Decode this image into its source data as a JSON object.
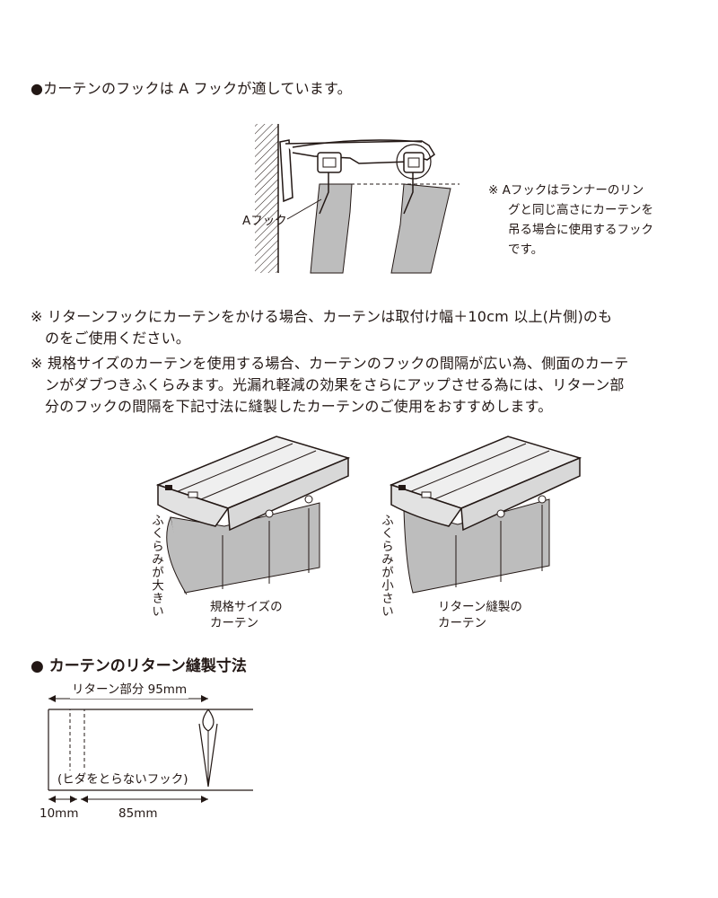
{
  "section1": {
    "heading": "●カーテンのフックは A フックが適しています。",
    "hook_label": "Aフック",
    "note_lines": [
      "※ Aフックはランナーのリン",
      "グと同じ高さにカーテンを",
      "吊る場合に使用するフック",
      "です。"
    ]
  },
  "notes": {
    "note1_lines": [
      "※ リターンフックにカーテンをかける場合、カーテンは取付け幅＋10cm 以上(片側)のも",
      "のをご使用ください。"
    ],
    "note2_lines": [
      "※ 規格サイズのカーテンを使用する場合、カーテンのフックの間隔が広い為、側面のカーテ",
      "ンがダブつきふくらみます。光漏れ軽減の効果をさらにアップさせる為には、リターン部",
      "分のフックの間隔を下記寸法に縫製したカーテンのご使用をおすすめします。"
    ]
  },
  "comparison": {
    "left": {
      "vertical_label": "ふくらみが大きい",
      "caption_lines": [
        "規格サイズの",
        "カーテン"
      ]
    },
    "right": {
      "vertical_label": "ふくらみが小さい",
      "caption_lines": [
        "リターン縫製の",
        "カーテン"
      ]
    }
  },
  "section2": {
    "heading": "● カーテンのリターン縫製寸法",
    "dim_top": "リターン部分 95mm",
    "hook_note": "(ヒダをとらないフック)",
    "dim_left": "10mm",
    "dim_right": "85mm"
  },
  "colors": {
    "text": "#231815",
    "curtain_gray": "#bdbdbd",
    "rail_gray": "#e2e2e2"
  }
}
